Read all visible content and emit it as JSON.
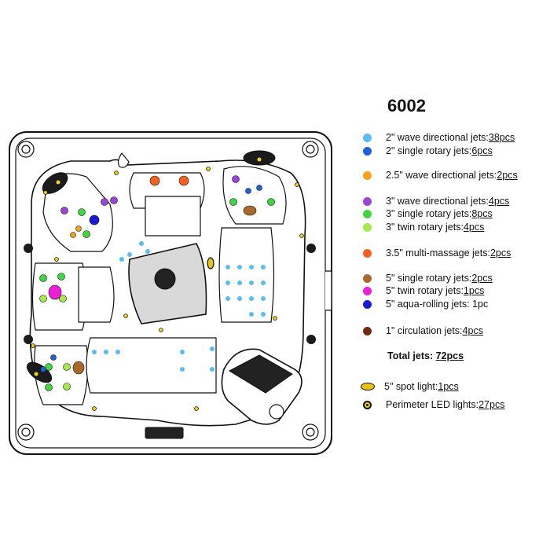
{
  "model": "6002",
  "legend": [
    {
      "key": "jet-2in-wave",
      "color": "#5bbcf0",
      "label": "2\" wave directional jets: ",
      "value": "38pcs"
    },
    {
      "key": "jet-2in-single",
      "color": "#1e63d6",
      "label": "2\" single rotary jets: ",
      "value": "6pcs"
    },
    {
      "key": "jet-2-5in-wave",
      "color": "#f2a31a",
      "label": "2.5\" wave directional jets: ",
      "value": "2pcs"
    },
    {
      "key": "jet-3in-wave",
      "color": "#9a45d6",
      "label": "3\" wave directional jets: ",
      "value": "4pcs"
    },
    {
      "key": "jet-3in-single",
      "color": "#3fd63f",
      "label": "3\" single rotary jets: ",
      "value": "8pcs"
    },
    {
      "key": "jet-3in-twin",
      "color": "#a7e84a",
      "label": "3\" twin rotary jets: ",
      "value": "4pcs"
    },
    {
      "key": "jet-3-5in-multi",
      "color": "#f2611f",
      "label": "3.5\" multi-massage jets:",
      "value": "2pcs"
    },
    {
      "key": "jet-5in-single",
      "color": "#a8692a",
      "label": "5\" single rotary jets: ",
      "value": "2pcs"
    },
    {
      "key": "jet-5in-twin",
      "color": "#ec1fd6",
      "label": "5\" twin rotary jets: ",
      "value": "1pcs"
    },
    {
      "key": "jet-5in-aqua",
      "color": "#1a1ad2",
      "label": "5\" aqua-rolling jets: 1pc",
      "value": ""
    },
    {
      "key": "jet-1in-circ",
      "color": "#6e2a12",
      "label": "1\" circulation jets: ",
      "value": "4pcs"
    }
  ],
  "total": {
    "label": "Total jets: ",
    "value": "72pcs"
  },
  "lights": [
    {
      "key": "spot-light",
      "label": "5\" spot light: ",
      "value": "1pcs"
    },
    {
      "key": "perimeter-led",
      "label": "Perimeter LED lights: ",
      "value": "27pcs"
    }
  ]
}
